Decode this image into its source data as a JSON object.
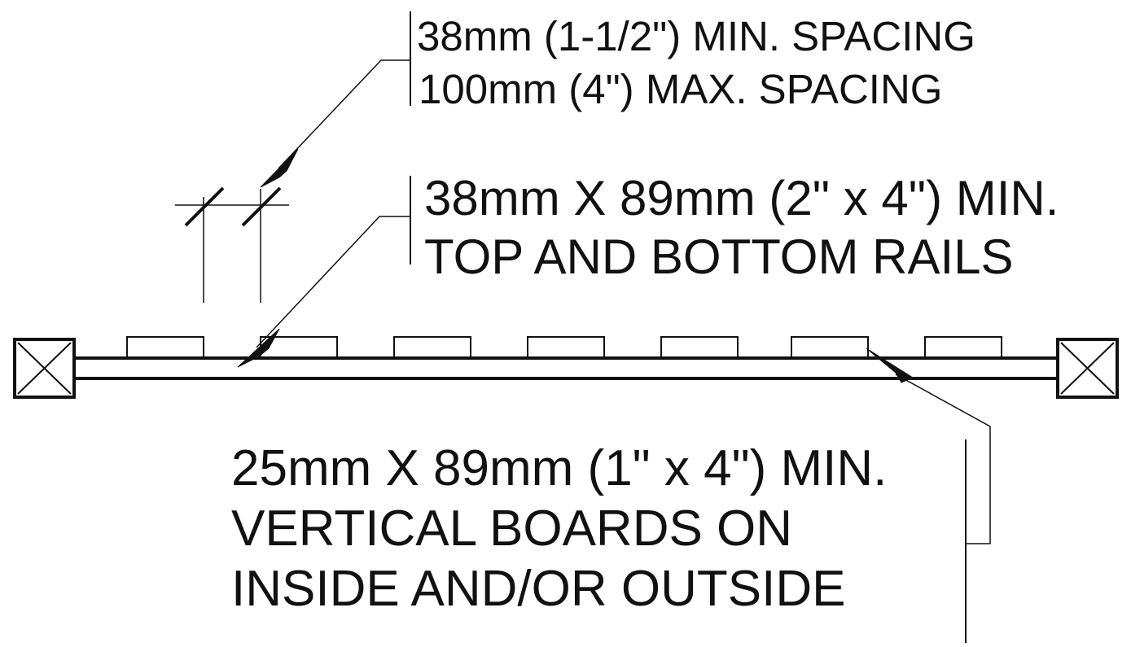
{
  "labels": {
    "spacing": {
      "line1": "38mm (1-1/2\") MIN. SPACING",
      "line2": "100mm (4\") MAX. SPACING"
    },
    "rails": {
      "line1": "38mm X 89mm (2\" x 4\") MIN.",
      "line2": "TOP AND BOTTOM RAILS"
    },
    "boards": {
      "line1": "25mm X 89mm (1\" x 4\") MIN.",
      "line2": "VERTICAL BOARDS ON",
      "line3": "INSIDE AND/OR OUTSIDE"
    }
  },
  "colors": {
    "ink": "#111111",
    "background": "#ffffff"
  }
}
